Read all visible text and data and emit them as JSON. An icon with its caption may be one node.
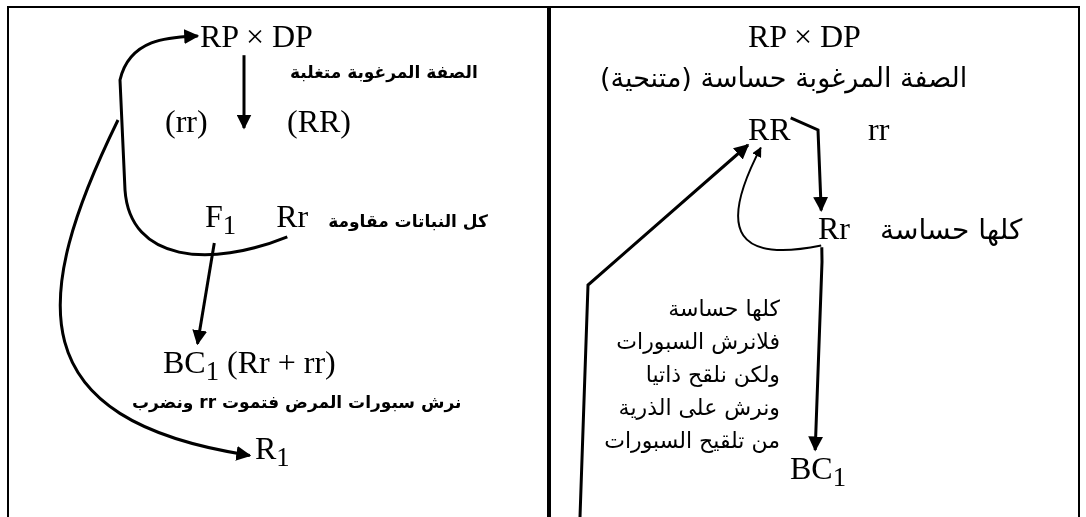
{
  "diagram": {
    "nodes": [
      {
        "text": [],
        "shape": "box"
      },
      {
        "text": [
          "RR"
        ],
        "in": 0
      },
      {
        "text": [
          "Rr"
        ],
        "in": 0,
        "beside": [
          "كلها حساسة"
        ]
      },
      {
        "text": [
          "BC$_{1}$"
        ],
        "in": 0
      },
      {
        "text": [],
        "shape": "box"
      },
      {
        "text": [
          "RP × DP"
        ],
        "in": 4
      },
      {
        "text": [
          "Rr",
          "F$_{1}$"
        ],
        "in": 4,
        "beside": [
          "كل النباتات مقاومة"
        ]
      },
      {
        "text": [
          "BC$_{1}$ (Rr + rr)"
        ],
        "in": 4
      },
      {
        "text": [
          "R$_{1}$"
        ],
        "in": 4
      }
    ],
    "edges": [
      {
        "from": 1,
        "to": 2,
        "arrow": "to"
      },
      {
        "from": 2,
        "to": 1,
        "arrow": "to"
      },
      {
        "from": 2,
        "to": 3,
        "arrow": "to"
      },
      {
        "from": null,
        "to": 1,
        "arrow": "to"
      },
      {
        "from": 5,
        "to": null,
        "arrow": "to"
      },
      {
        "from": 6,
        "to": 5,
        "arrow": "to"
      },
      {
        "from": 6,
        "to": 7,
        "arrow": "to"
      },
      {
        "from": null,
        "to": 8,
        "arrow": "to"
      }
    ],
    "labels": [
      "RP × DP",
      "الصفة المرغوبة حساسة (متنحية)",
      "rr",
      "كلها حساسة فلانرش السبورات ولكن نلقح ذاتيا ونرش على الذرية من تلقيح السبورات",
      "الصفة المرغوبة متغلبة",
      "(rr)",
      "(RR)",
      "نرش سبورات المرض فتموت rr ونضرب"
    ]
  }
}
